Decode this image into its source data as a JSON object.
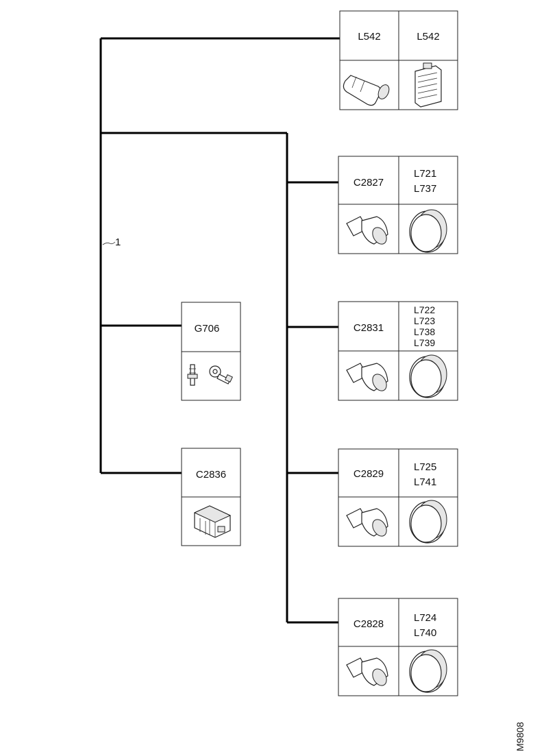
{
  "harness": {
    "label": "1"
  },
  "figure_number": "M9808",
  "connectors": {
    "top": {
      "left_label": "L542",
      "right_label": "L542",
      "left_icon": "bulb-socket-icon",
      "right_icon": "lamp-housing-icon"
    },
    "c2827": {
      "label": "C2827",
      "lines": [
        "L721",
        "L737"
      ],
      "left_icon": "connector-plug-icon",
      "right_icon": "lamp-lens-icon"
    },
    "c2831": {
      "label": "C2831",
      "lines": [
        "L722",
        "L723",
        "L738",
        "L739"
      ],
      "left_icon": "connector-plug-icon",
      "right_icon": "lamp-lens-icon"
    },
    "c2829": {
      "label": "C2829",
      "lines": [
        "L725",
        "L741"
      ],
      "left_icon": "connector-plug-icon",
      "right_icon": "lamp-lens-icon"
    },
    "c2828": {
      "label": "C2828",
      "lines": [
        "L724",
        "L740"
      ],
      "left_icon": "connector-plug-icon",
      "right_icon": "lamp-lens-icon"
    },
    "g706": {
      "label": "G706",
      "icons": [
        "ground-stud-icon",
        "ring-terminal-icon"
      ]
    },
    "c2836": {
      "label": "C2836",
      "icon": "multi-pin-connector-icon"
    }
  }
}
